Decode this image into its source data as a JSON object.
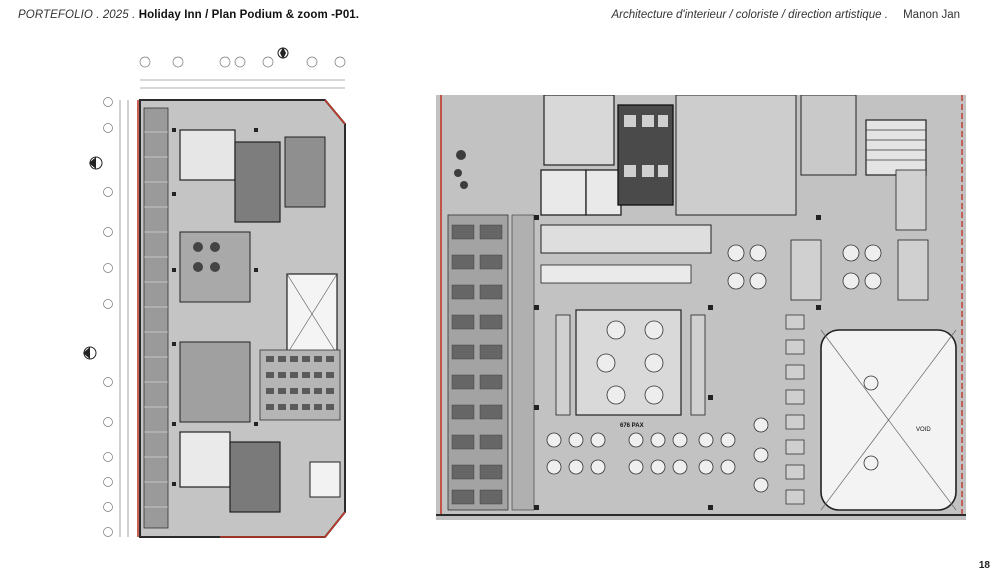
{
  "header": {
    "portfolio": "PORTEFOLIO .",
    "year": "2025 .",
    "project": "Holiday Inn",
    "separator": "/",
    "subtitle": "Plan Podium & zoom -P01.",
    "disciplines": "Architecture d'interieur / coloriste / direction artistique .",
    "author": "Manon Jan"
  },
  "page_number": "18",
  "zoom_plan": {
    "capacity_label": "676 PAX",
    "void_label": "VOID"
  },
  "colors": {
    "wall": "#2b2b2b",
    "floor": "#bdbdbd",
    "red_line": "#c0392b"
  }
}
